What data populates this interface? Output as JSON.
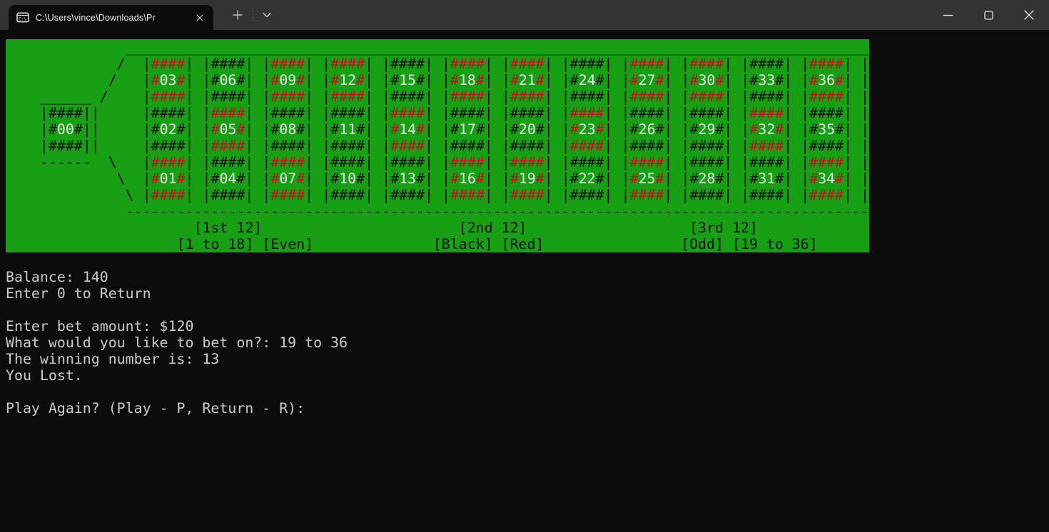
{
  "window": {
    "tab": {
      "title": "C:\\Users\\vince\\Downloads\\Pr"
    }
  },
  "terminal": {
    "roulette": {
      "gutter_art": [
        "             /  ",
        "            /   ",
        "    ______ /    ",
        "    |####||     ",
        "    |#00#||     ",
        "    |####||     ",
        "    ------  \\   ",
        "             \\  ",
        "              \\ "
      ],
      "rows": [
        {
          "numbers": [
            "03",
            "06",
            "09",
            "12",
            "15",
            "18",
            "21",
            "24",
            "27",
            "30",
            "33",
            "36"
          ],
          "colors": [
            "red",
            "black",
            "red",
            "red",
            "black",
            "red",
            "red",
            "black",
            "red",
            "red",
            "black",
            "red"
          ]
        },
        {
          "numbers": [
            "02",
            "05",
            "08",
            "11",
            "14",
            "17",
            "20",
            "23",
            "26",
            "29",
            "32",
            "35"
          ],
          "colors": [
            "black",
            "red",
            "black",
            "black",
            "red",
            "black",
            "black",
            "red",
            "black",
            "black",
            "red",
            "black"
          ]
        },
        {
          "numbers": [
            "01",
            "04",
            "07",
            "10",
            "13",
            "16",
            "19",
            "22",
            "25",
            "28",
            "31",
            "34"
          ],
          "colors": [
            "red",
            "black",
            "red",
            "black",
            "black",
            "red",
            "red",
            "black",
            "red",
            "black",
            "black",
            "red"
          ]
        }
      ],
      "dozen_labels": [
        "[1st 12]",
        "[2nd 12]",
        "[3rd 12]"
      ],
      "outside_labels": [
        "[1 to 18]",
        "[Even]",
        "[Black]",
        "[Red]",
        "[Odd]",
        "[19 to 36]"
      ]
    },
    "console_lines": [
      "",
      "Balance: 140",
      "Enter 0 to Return",
      "",
      "Enter bet amount: $120",
      "What would you like to bet on?: 19 to 36",
      "The winning number is: 13",
      "You Lost.",
      "",
      "Play Again? (Play - P, Return - R): "
    ],
    "colors": {
      "table_green": "#18A014",
      "red": "#C50F1F",
      "ink_black": "#0C0C0C",
      "number_white": "#E6E6E6",
      "console_fg": "#CCCCCC",
      "terminal_bg": "#0C0C0C",
      "titlebar_bg": "#333333"
    }
  }
}
